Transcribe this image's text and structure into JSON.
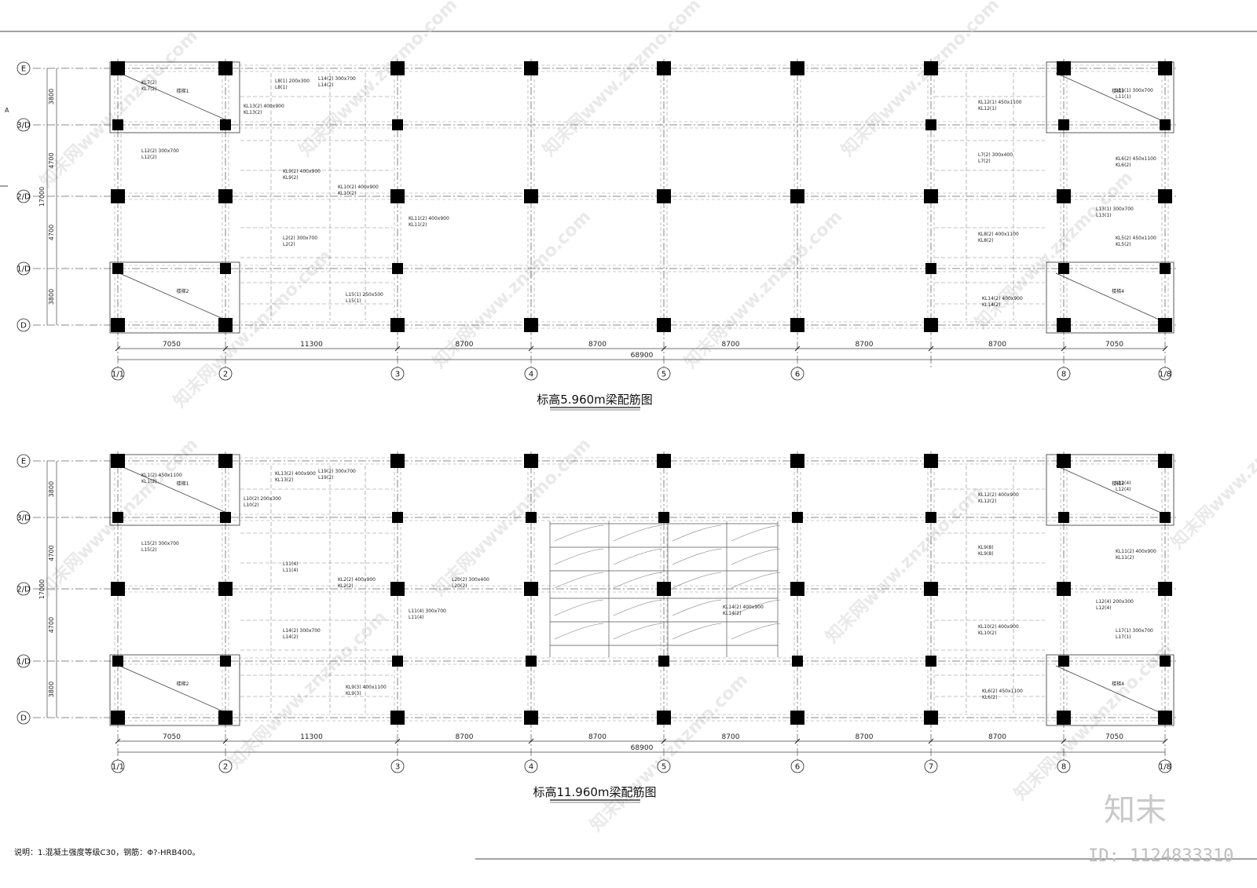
{
  "plans": [
    {
      "title": "标高5.960m梁配筋图",
      "grid_labels_x": [
        "1/1",
        "2",
        "3",
        "4",
        "5",
        "6",
        "8",
        "1/8"
      ],
      "grid_labels_y": [
        "E",
        "3/D",
        "2/D",
        "1/D",
        "D"
      ],
      "dims_x": [
        "7050",
        "11300",
        "8700",
        "8700",
        "8700",
        "8700",
        "8700",
        "7050"
      ],
      "dim_total": "68900",
      "dims_y": [
        "3800",
        "4700",
        "4700",
        "3800"
      ],
      "dim_y_total": "17000",
      "stair_labels": [
        "楼梯1",
        "楼梯2",
        "楼梯3",
        "楼梯4"
      ],
      "beam_labels": [
        "KL7(2)",
        "KL13(2) 400x900",
        "L8(1) 200x300",
        "L14(2) 300x700",
        "KL12(1) 450x1100",
        "L11(1) 300x700",
        "L7(2) 300x400",
        "KL9(2) 400x900",
        "KL10(2) 400x900",
        "L2(2) 300x700",
        "KL8(2) 400x1100",
        "L13(1) 300x700",
        "KL11(2) 400x900",
        "L15(1) 250x500",
        "KL14(2) 400x900",
        "L12(2) 300x700",
        "KL6(2) 450x1100",
        "KL5(2) 450x1100"
      ]
    },
    {
      "title": "标高11.960m梁配筋图",
      "grid_labels_x": [
        "1/1",
        "2",
        "3",
        "4",
        "5",
        "6",
        "7",
        "8",
        "1/8"
      ],
      "grid_labels_y": [
        "E",
        "3/D",
        "2/D",
        "1/D",
        "D"
      ],
      "dims_x": [
        "7050",
        "11300",
        "8700",
        "8700",
        "8700",
        "8700",
        "8700",
        "7050"
      ],
      "dim_total": "68900",
      "dims_y": [
        "3800",
        "4700",
        "4700",
        "3800"
      ],
      "dim_y_total": "17000",
      "stair_labels": [
        "楼梯1",
        "楼梯2",
        "楼梯3",
        "楼梯4"
      ],
      "beam_labels": [
        "KL1(2) 450x1100",
        "L10(2) 200x300",
        "KL13(2) 400x900",
        "L19(2) 300x700",
        "KL12(2) 400x900",
        "L12(4)",
        "KL9(8)",
        "L11(4)",
        "KL2(2) 400x900",
        "L14(2) 300x700",
        "KL10(2) 400x900",
        "L12(4) 200x300",
        "L11(4) 300x700",
        "KL9(3) 400x1100",
        "KL6(2) 450x1100",
        "L15(2) 300x700",
        "KL11(2) 400x900",
        "L17(1) 300x700",
        "L20(2) 300x400",
        "KL14(2) 400x900"
      ]
    }
  ],
  "note": "说明：1.混凝土强度等级C30，钢筋：Φ?-HRB400。",
  "brand": "知末",
  "id_text": "ID: 1124833310",
  "margin_mark": "A",
  "watermark": "知末网www.znzmo.com"
}
